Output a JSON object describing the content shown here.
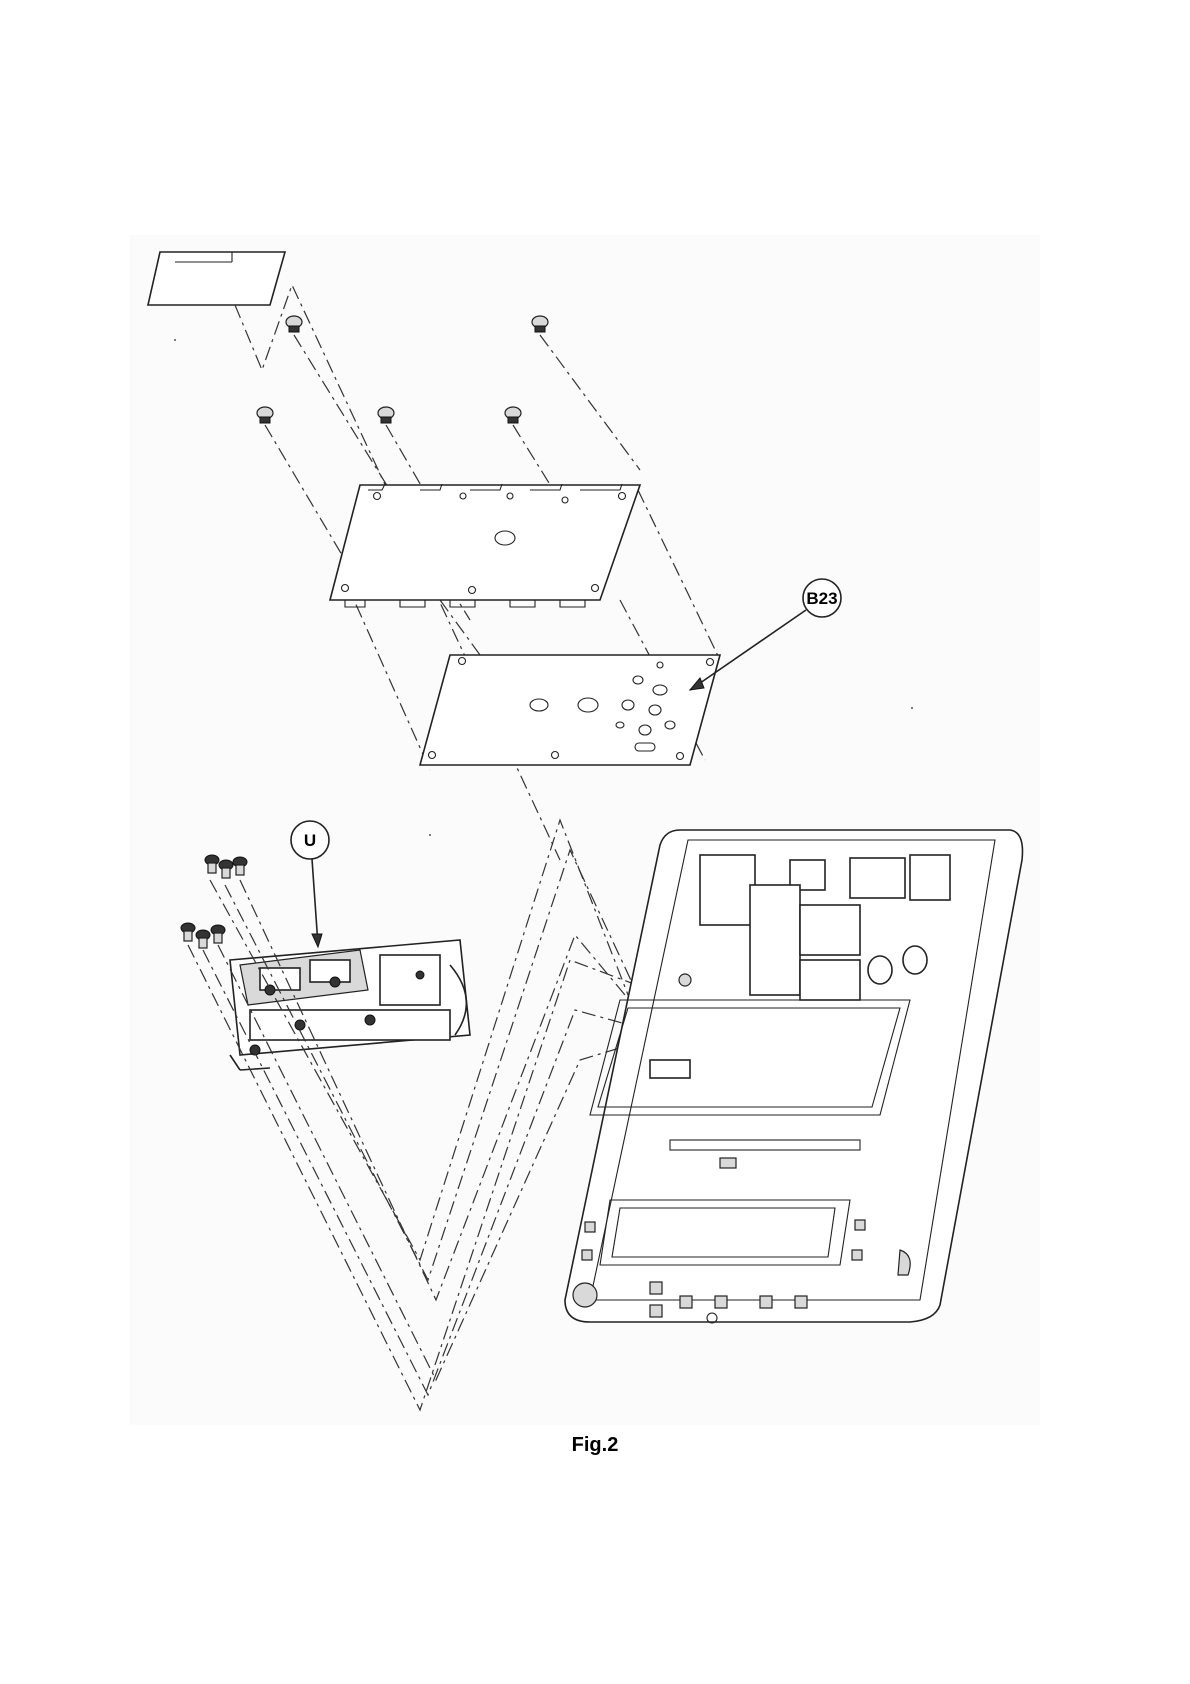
{
  "figure": {
    "caption": "Fig.2",
    "callouts": [
      {
        "id": "b23",
        "text": "B23"
      },
      {
        "id": "u",
        "text": "U"
      }
    ]
  }
}
